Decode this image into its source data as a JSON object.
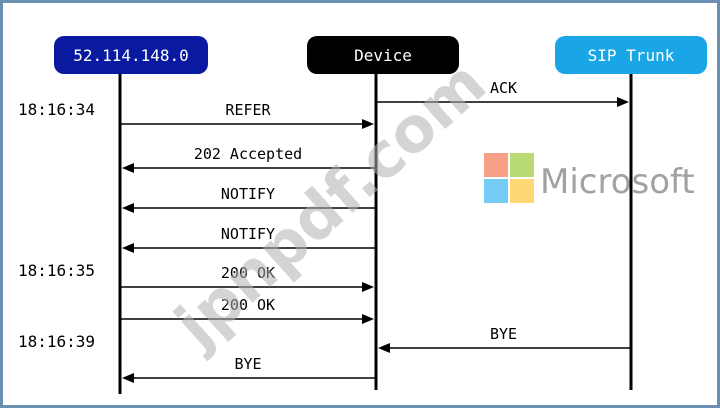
{
  "participants": [
    {
      "label": "52.114.148.0",
      "fill": "#0a1aa0",
      "text_color": "#ffffff"
    },
    {
      "label": "Device",
      "fill": "#000000",
      "text_color": "#ffffff"
    },
    {
      "label": "SIP Trunk",
      "fill": "#1aa6e6",
      "text_color": "#ffffff"
    }
  ],
  "timestamps": [
    "18:16:34",
    "18:16:35",
    "18:16:39"
  ],
  "messages": [
    {
      "label": "ACK",
      "from": 1,
      "to": 2
    },
    {
      "label": "REFER",
      "from": 0,
      "to": 1
    },
    {
      "label": "202 Accepted",
      "from": 1,
      "to": 0
    },
    {
      "label": "NOTIFY",
      "from": 1,
      "to": 0
    },
    {
      "label": "NOTIFY",
      "from": 1,
      "to": 0
    },
    {
      "label": "200 OK",
      "from": 0,
      "to": 1
    },
    {
      "label": "200 OK",
      "from": 0,
      "to": 1
    },
    {
      "label": "BYE",
      "from": 2,
      "to": 1
    },
    {
      "label": "BYE",
      "from": 1,
      "to": 0
    }
  ],
  "watermarks": {
    "site": "jpnpdf.com",
    "brand": "Microsoft"
  },
  "brand_logo_colors": [
    "#f35325",
    "#81bc06",
    "#05a6f0",
    "#ffba08"
  ],
  "border_color": "#6b8fb0"
}
